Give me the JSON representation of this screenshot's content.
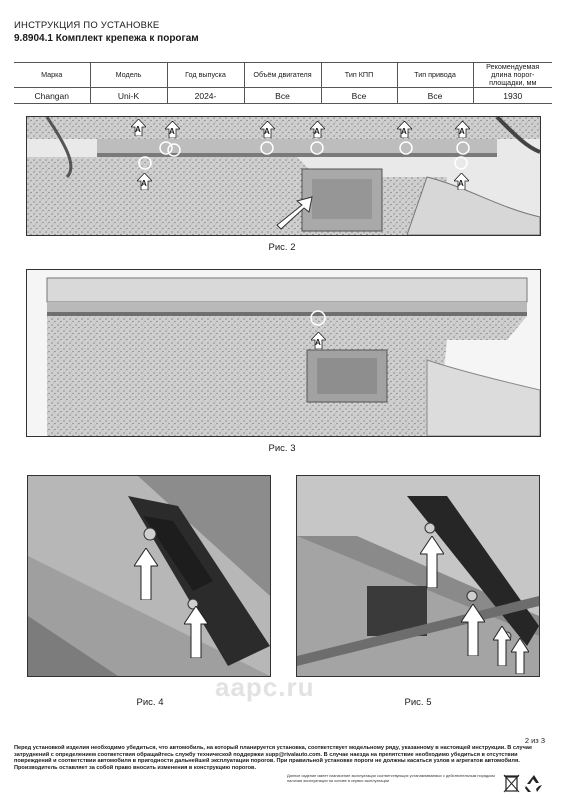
{
  "header": {
    "title": "ИНСТРУКЦИЯ ПО УСТАНОВКЕ",
    "subtitle": "9.8904.1 Комплект крепежа к порогам"
  },
  "spec_table": {
    "headers": [
      "Марка",
      "Модель",
      "Год выпуска",
      "Объём двигателя",
      "Тип КПП",
      "Тип привода",
      "Рекомендуемая длина порог-площадки, мм"
    ],
    "values": [
      "Changan",
      "Uni-K",
      "2024-",
      "Все",
      "Все",
      "Все",
      "1930"
    ]
  },
  "figures": {
    "fig2": {
      "caption": "Рис. 2",
      "marker_label": "A"
    },
    "fig3": {
      "caption": "Рис. 3",
      "marker_label": "A"
    },
    "fig4": {
      "caption": "Рис. 4"
    },
    "fig5": {
      "caption": "Рис. 5"
    }
  },
  "watermark": "аарс.ru",
  "page_number": "2 из 3",
  "disclaimer": "Перед установкой изделия необходимо убедиться, что автомобиль, на который планируется установка, соответствует модельному ряду, указанному в настоящей инструкции. В случае затруднений с определением соответствия обращайтесь службу технической поддержки supp@rivalauto.com. В случае наезда на препятствие необходимо убедиться в отсутствии повреждений и соответствии автомобиля в пригодности дальнейшей эксплуатации порогов. При правильной установке пороги не должны касаться узлов и агрегатов автомобиля. Производитель оставляет за собой право вносить изменения в конструкцию порогов.",
  "footer_small": "Данное изделие имеет назначение эксплуатации соответствующих устанавливаемых с действительным порядком наличия эксплуатации на основе в сервис эксплуатации",
  "icons": [
    "trash-bin-icon",
    "recycle-icon"
  ]
}
